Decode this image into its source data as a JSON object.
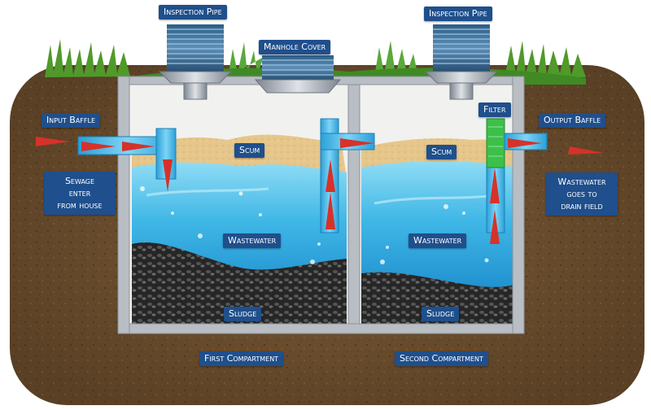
{
  "labels": {
    "inspection_pipe_left": "Inspection Pipe",
    "inspection_pipe_right": "Inspection Pipe",
    "manhole_cover": "Manhole Cover",
    "input_baffle": "Input Baffle",
    "output_baffle": "Output Baffle",
    "filter": "Filter",
    "sewage_line1": "Sewage",
    "sewage_line2": "enter",
    "sewage_line3": "from house",
    "wastewater_exit_line1": "Wastewater",
    "wastewater_exit_line2": "goes to",
    "wastewater_exit_line3": "drain field",
    "scum_first": "Scum",
    "scum_second": "Scum",
    "wastewater_first": "Wastewater",
    "wastewater_second": "Wastewater",
    "sludge_first": "Sludge",
    "sludge_second": "Sludge",
    "first_compartment": "First Compartment",
    "second_compartment": "Second Compartment"
  },
  "colors": {
    "label_bg": "#1f4f8c",
    "soil": "#6b4e2e",
    "grass": "#4f9a2a",
    "tank_frame": "#b9bec4",
    "water": "#3fb7e6",
    "scum": "#e7c98e",
    "sludge": "#2b2b2b",
    "flow_arrow": "#d6322a",
    "filter": "#3cc04a"
  },
  "icons": [
    "inspection-pipe-icon",
    "manhole-cover-icon",
    "baffle-pipe-icon",
    "filter-icon",
    "flow-arrow-icon"
  ]
}
